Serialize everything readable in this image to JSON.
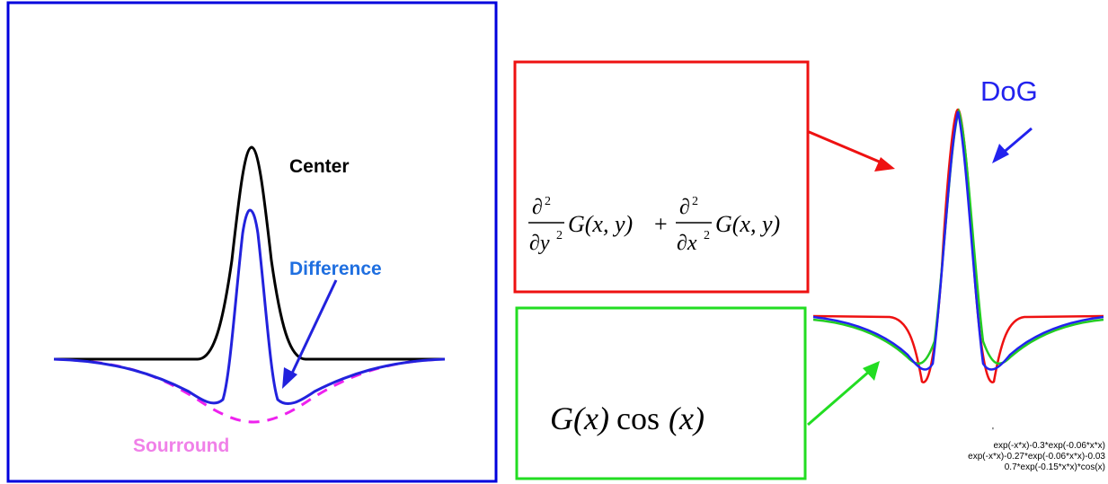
{
  "left_panel": {
    "labels": {
      "center": "Center",
      "difference": "Difference",
      "surround": "Sourround"
    },
    "colors": {
      "frame": "#0000dd",
      "center": "#000000",
      "difference": "#2222dd",
      "surround": "#ee22ee",
      "difference_label": "#1f6fe0",
      "surround_label": "#f080e8"
    }
  },
  "right_panel": {
    "dog_label": "DoG",
    "red_box": {
      "color": "#ee1111",
      "formula": {
        "partial": "∂",
        "exp": "2",
        "term1_den": "∂y",
        "term2_den": "∂x",
        "fn": "G(x, y)",
        "plus": "+"
      }
    },
    "green_box": {
      "color": "#22dd22",
      "formula": {
        "g": "G",
        "arg": "(x)",
        "cos": "cos",
        "arg2": "(x)"
      }
    },
    "legend": {
      "tick": "'",
      "lines": [
        "exp(-x*x)-0.3*exp(-0.06*x*x)",
        "exp(-x*x)-0.27*exp(-0.06*x*x)-0.03",
        "0.7*exp(-0.15*x*x)*cos(x)"
      ]
    },
    "colors": {
      "dog": "#2222ee",
      "laplacian": "#ee1111",
      "gabor": "#22cc22"
    }
  }
}
